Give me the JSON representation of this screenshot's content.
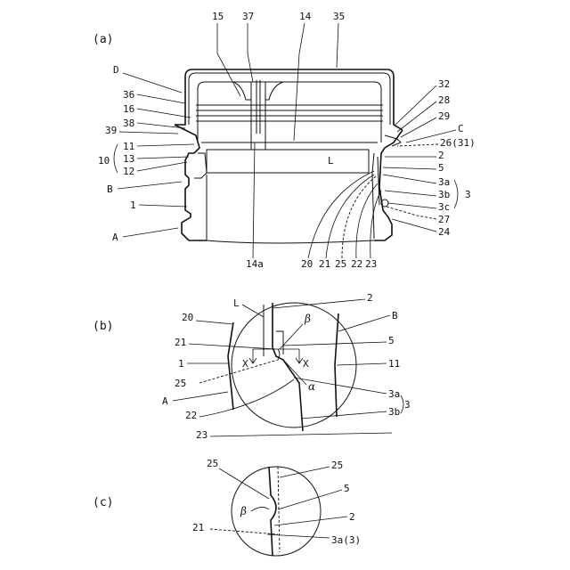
{
  "figures": {
    "a": {
      "title": "(a)",
      "labels": {
        "l15": "15",
        "l37": "37",
        "l14": "14",
        "l35": "35",
        "lD": "D",
        "l36": "36",
        "l16": "16",
        "l38": "38",
        "l39": "39",
        "l11": "11",
        "l10": "10",
        "l13": "13",
        "l12": "12",
        "lB": "B",
        "l1": "1",
        "lA": "A",
        "l14a": "14a",
        "lL": "L",
        "l32": "32",
        "l28": "28",
        "l29": "29",
        "lC": "C",
        "l26": "26(31)",
        "l2": "2",
        "l5": "5",
        "l3a": "3a",
        "l3b": "3b",
        "l3c": "3c",
        "l3": "3",
        "l27": "27",
        "l24": "24",
        "l20": "20",
        "l21": "21",
        "l25": "25",
        "l22": "22",
        "l23": "23"
      }
    },
    "b": {
      "title": "(b)",
      "labels": {
        "lL": "L",
        "l2": "2",
        "l20": "20",
        "lbeta": "β",
        "lB": "B",
        "l21": "21",
        "l5": "5",
        "l1": "1",
        "lX1": "X",
        "lX2": "X",
        "l11": "11",
        "l25": "25",
        "lalpha": "α",
        "lA": "A",
        "l3a": "3a",
        "l22": "22",
        "l3b": "3b",
        "l3": "3",
        "l23": "23"
      }
    },
    "c": {
      "title": "(c)",
      "labels": {
        "l25a": "25",
        "l25b": "25",
        "l5": "5",
        "lbeta": "β",
        "l2": "2",
        "l21": "21",
        "l3a": "3a(3)"
      }
    }
  }
}
